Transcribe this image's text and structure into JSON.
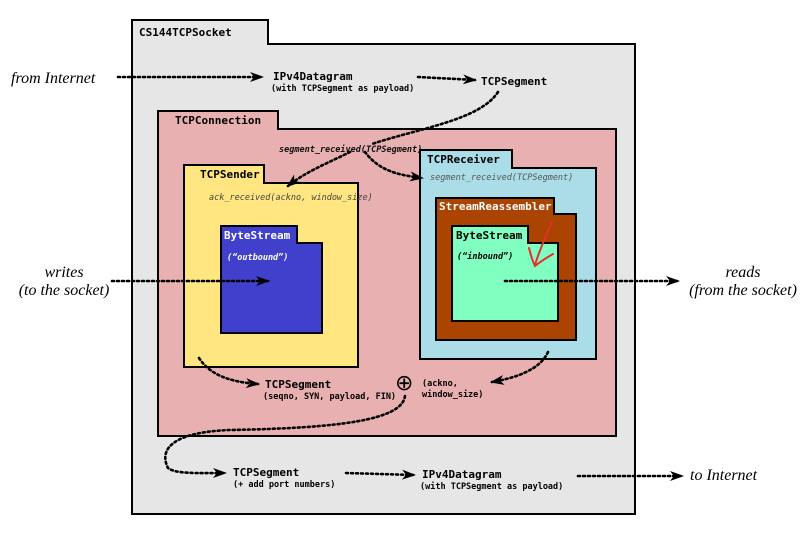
{
  "socket": {
    "title": "CS144TCPSocket"
  },
  "connection": {
    "title": "TCPConnection"
  },
  "sender": {
    "title": "TCPSender",
    "method": "ack_received(ackno, window_size)"
  },
  "outbound": {
    "title": "ByteStream",
    "label": "(“outbound”)"
  },
  "receiver": {
    "title": "TCPReceiver",
    "method": "segment_received(TCPSegment)"
  },
  "reassembler": {
    "title": "StreamReassembler"
  },
  "inbound": {
    "title": "ByteStream",
    "label": "(“inbound”)"
  },
  "flow": {
    "from_internet": "from Internet",
    "to_internet": "to Internet",
    "writes_line1": "writes",
    "writes_line2": "(to the socket)",
    "reads_line1": "reads",
    "reads_line2": "(from the socket)",
    "in_datagram": "IPv4Datagram",
    "in_datagram_sub": "(with TCPSegment as payload)",
    "in_segment": "TCPSegment",
    "segment_received": "segment_received(TCPSegment)",
    "out_segment": "TCPSegment",
    "out_segment_sub": "(seqno, SYN, payload, FIN)",
    "plus": "⊕",
    "ackno_line1": "(ackno,",
    "ackno_line2": "window_size)",
    "final_segment": "TCPSegment",
    "final_segment_sub": "(+ add port numbers)",
    "out_datagram": "IPv4Datagram",
    "out_datagram_sub": "(with TCPSegment as payload)"
  },
  "colors": {
    "socket": "#e6e6e6",
    "connection": "#e8b0b0",
    "sender": "#ffe680",
    "outbound": "#4040cc",
    "receiver": "#aadde8",
    "reassembler": "#aa4400",
    "inbound": "#80ffc0",
    "pen": "#e03030"
  }
}
